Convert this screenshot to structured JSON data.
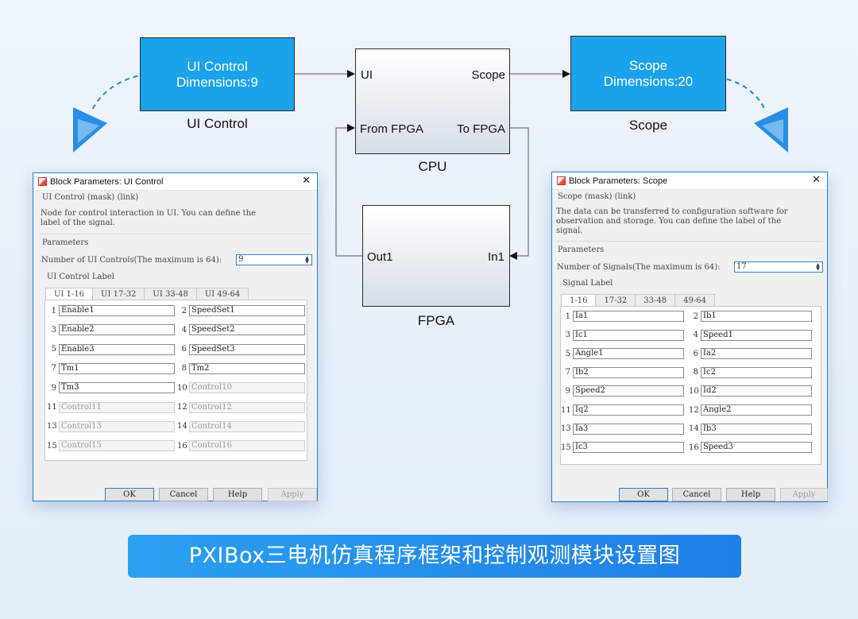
{
  "diagram": {
    "ui_block": {
      "line1": "UI Control",
      "line2": "Dimensions:9",
      "caption": "UI Control"
    },
    "scope_block": {
      "line1": "Scope",
      "line2": "Dimensions:20",
      "caption": "Scope"
    },
    "cpu_block": {
      "port_ui": "UI",
      "port_scope": "Scope",
      "port_from_fpga": "From FPGA",
      "port_to_fpga": "To FPGA",
      "caption": "CPU"
    },
    "fpga_block": {
      "port_out1": "Out1",
      "port_in1": "In1",
      "caption": "FPGA"
    },
    "colors": {
      "block_blue": "#1aa3ea",
      "arrow_blue": "#1e88e5"
    }
  },
  "ui_dialog": {
    "title": "Block Parameters: UI Control",
    "mask_label": "UI Control (mask) (link)",
    "description": "Node for control interaction in UI. You can define the\nlabel of the signal.",
    "parameters_label": "Parameters",
    "count_label": "Number of UI Controls(The maximum is 64):",
    "count_value": "9",
    "group_label": "UI Control Label",
    "tabs": [
      "UI 1-16",
      "UI 17-32",
      "UI 33-48",
      "UI 49-64"
    ],
    "fields": [
      {
        "n": "1",
        "v": "Enable1",
        "enabled": true
      },
      {
        "n": "2",
        "v": "SpeedSet1",
        "enabled": true
      },
      {
        "n": "3",
        "v": "Enable2",
        "enabled": true
      },
      {
        "n": "4",
        "v": "SpeedSet2",
        "enabled": true
      },
      {
        "n": "5",
        "v": "Enable3",
        "enabled": true
      },
      {
        "n": "6",
        "v": "SpeedSet3",
        "enabled": true
      },
      {
        "n": "7",
        "v": "Tm1",
        "enabled": true
      },
      {
        "n": "8",
        "v": "Tm2",
        "enabled": true
      },
      {
        "n": "9",
        "v": "Tm3",
        "enabled": true
      },
      {
        "n": "10",
        "v": "Control10",
        "enabled": false
      },
      {
        "n": "11",
        "v": "Control11",
        "enabled": false
      },
      {
        "n": "12",
        "v": "Control12",
        "enabled": false
      },
      {
        "n": "13",
        "v": "Control13",
        "enabled": false
      },
      {
        "n": "14",
        "v": "Control14",
        "enabled": false
      },
      {
        "n": "15",
        "v": "Control15",
        "enabled": false
      },
      {
        "n": "16",
        "v": "Control16",
        "enabled": false
      }
    ],
    "buttons": {
      "ok": "OK",
      "cancel": "Cancel",
      "help": "Help",
      "apply": "Apply"
    }
  },
  "scope_dialog": {
    "title": "Block Parameters: Scope",
    "mask_label": "Scope (mask) (link)",
    "description": "The data can be transferred to configuration software for\nobservation and storage. You can define the label of the\nsignal.",
    "parameters_label": "Parameters",
    "count_label": "Number of  Signals(The maximum is 64):",
    "count_value": "17",
    "group_label": "Signal Label",
    "tabs": [
      "1-16",
      "17-32",
      "33-48",
      "49-64"
    ],
    "fields": [
      {
        "n": "1",
        "v": "Ia1",
        "enabled": true
      },
      {
        "n": "2",
        "v": "Ib1",
        "enabled": true
      },
      {
        "n": "3",
        "v": "Ic1",
        "enabled": true
      },
      {
        "n": "4",
        "v": "Speed1",
        "enabled": true
      },
      {
        "n": "5",
        "v": "Angle1",
        "enabled": true
      },
      {
        "n": "6",
        "v": "Ia2",
        "enabled": true
      },
      {
        "n": "7",
        "v": "Ib2",
        "enabled": true
      },
      {
        "n": "8",
        "v": "Ic2",
        "enabled": true
      },
      {
        "n": "9",
        "v": "Speed2",
        "enabled": true
      },
      {
        "n": "10",
        "v": "Id2",
        "enabled": true
      },
      {
        "n": "11",
        "v": "Iq2",
        "enabled": true
      },
      {
        "n": "12",
        "v": "Angle2",
        "enabled": true
      },
      {
        "n": "13",
        "v": "Ia3",
        "enabled": true
      },
      {
        "n": "14",
        "v": "Ib3",
        "enabled": true
      },
      {
        "n": "15",
        "v": "Ic3",
        "enabled": true
      },
      {
        "n": "16",
        "v": "Speed3",
        "enabled": true
      }
    ],
    "buttons": {
      "ok": "OK",
      "cancel": "Cancel",
      "help": "Help",
      "apply": "Apply"
    }
  },
  "banner": {
    "text": "PXIBox三电机仿真程序框架和控制观测模块设置图"
  }
}
